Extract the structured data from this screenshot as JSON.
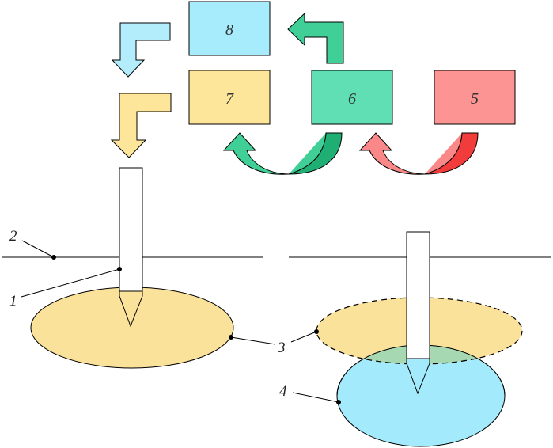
{
  "colors": {
    "box8": "#a6ecfc",
    "box7": "#fde69a",
    "box6": "#5fdfb3",
    "box5": "#fc9494",
    "arrow_blue": "#b3edfb",
    "arrow_yellow": "#fde69a",
    "arrow_green": "#3fcf97",
    "arrow_green_dark": "#1fae73",
    "arrow_red": "#fb8888",
    "arrow_red_dark": "#f23c3c",
    "zone_yellow": "#fbe29a",
    "zone_blue": "#a3eafc",
    "zone_overlap": "#a6d8b2",
    "line": "#000000"
  },
  "boxes": {
    "box8": "8",
    "box7": "7",
    "box6": "6",
    "box5": "5"
  },
  "labels": {
    "label1": "1",
    "label2": "2",
    "label3": "3",
    "label4": "4"
  }
}
